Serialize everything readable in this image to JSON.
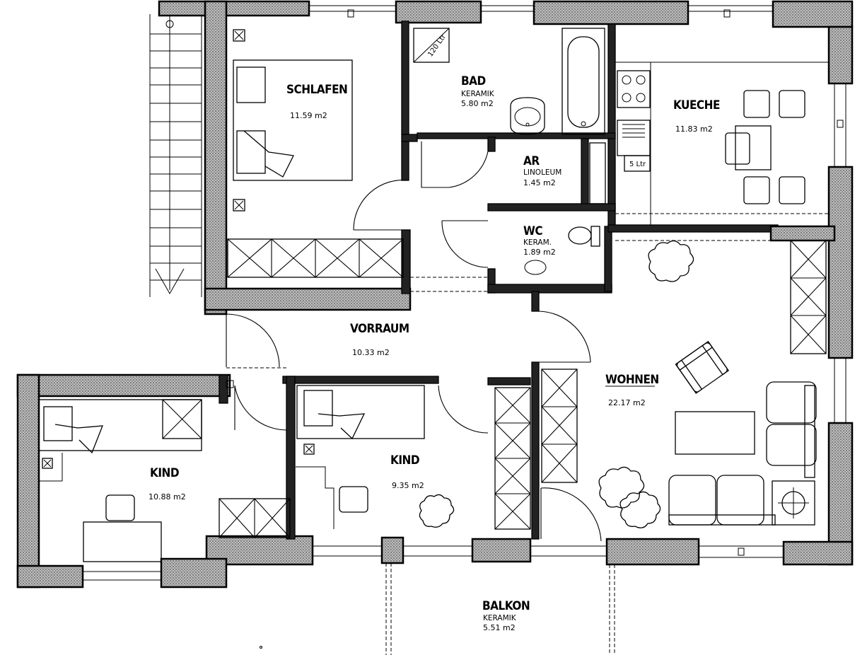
{
  "rooms": {
    "schlafen": {
      "name": "SCHLAFEN",
      "area": "11.59 m2"
    },
    "bad": {
      "name": "BAD",
      "floor": "KERAMIK",
      "area": "5.80 m2"
    },
    "kueche": {
      "name": "KUECHE",
      "area": "11.83 m2"
    },
    "ar": {
      "name": "AR",
      "floor": "LINOLEUM",
      "area": "1.45 m2"
    },
    "wc": {
      "name": "WC",
      "floor": "KERAM.",
      "area": "1.89 m2"
    },
    "vorraum": {
      "name": "VORRAUM",
      "area": "10.33 m2"
    },
    "wohnen": {
      "name": "WOHNEN",
      "area": "22.17 m2"
    },
    "kind_left": {
      "name": "KIND",
      "area": "10.88 m2"
    },
    "kind_mid": {
      "name": "KIND",
      "area": "9.35 m2"
    },
    "balkon": {
      "name": "BALKON",
      "floor": "KERAMIK",
      "area": "5.51 m2"
    }
  },
  "fixtures": {
    "boiler_bad": "120 Ltr",
    "boiler_kueche": "5 Ltr"
  },
  "style": {
    "wall_hatch": "#9a9a9a",
    "line": "#000000",
    "background": "#ffffff"
  }
}
